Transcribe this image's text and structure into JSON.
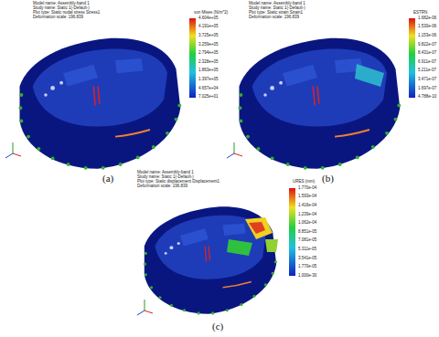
{
  "diagram": {
    "labels": [
      "Model name: Assembly-band 1",
      "Study name: Static 1(-Default-)",
      "Plot type: Static nodal stress Stress1",
      "Deformation scale: 196.839",
      "von Mises (N/m^2)",
      "4.604e+05",
      "4.191e+05",
      "3.725e+05",
      "3.259e+05",
      "2.794e+05",
      "2.328e+05",
      "1.863e+05",
      "1.397e+05",
      "4.657e+04",
      "7.025e+01",
      "Model name: Assembly-band 1",
      "Study name: Static 1(-Default-)",
      "Plot type: Static strain Strain1",
      "Deformation scale: 196.839",
      "ESTRN",
      "1.682e-06",
      "1.530e-06",
      "1.153e-06",
      "9.822e-07",
      "8.431e-07",
      "6.911e-07",
      "5.211e-07",
      "3.471e-07",
      "1.697e-07",
      "4.788e-10",
      "Model name: Assembly-band 1",
      "Study name: Static 1(-Default-)",
      "Plot type: Static displacement Displacement1",
      "Deformation scale: 196.839",
      "URES (mm)",
      "1.770e-04",
      "1.593e-04",
      "1.416e-04",
      "1.239e-04",
      "1.062e-04",
      "8.851e-05",
      "7.081e-05",
      "5.311e-05",
      "3.541e-05",
      "1.770e-05",
      "1.000e-30",
      "(a)",
      "(b)",
      "(c)"
    ]
  }
}
